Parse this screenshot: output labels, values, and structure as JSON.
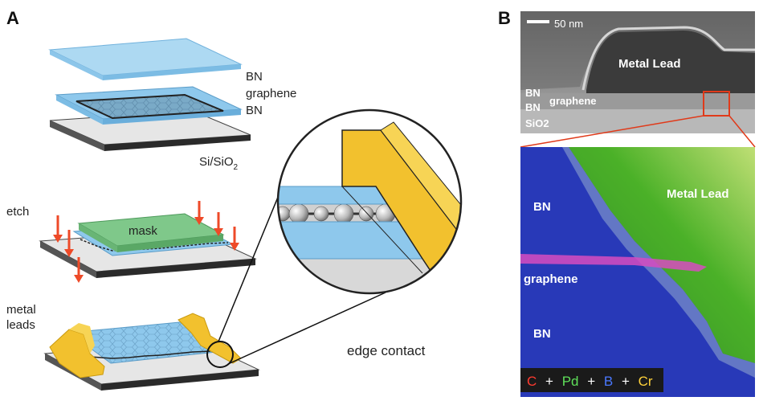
{
  "panel_a": {
    "letter": "A",
    "stack_labels": {
      "bn_top": "BN",
      "graphene": "graphene",
      "bn_bottom": "BN"
    },
    "substrate": {
      "base": "Si/SiO",
      "sub": "2"
    },
    "etch_label": "etch",
    "mask_label": "mask",
    "metal_label_line1": "metal",
    "metal_label_line2": "leads",
    "edge_contact_label": "edge contact"
  },
  "panel_b": {
    "letter": "B",
    "scale_bar": "50 nm",
    "tem_labels": {
      "metal_lead": "Metal Lead",
      "bn_1": "BN",
      "bn_2": "BN",
      "graphene": "graphene",
      "sio2": "SiO2"
    },
    "eels_labels": {
      "metal_lead": "Metal Lead",
      "bn_top": "BN",
      "graphene": "graphene",
      "bn_bottom": "BN"
    },
    "legend": {
      "c": "C",
      "plus1": "+",
      "pd": "Pd",
      "plus2": "+",
      "b": "B",
      "plus3": "+",
      "cr": "Cr"
    }
  },
  "colors": {
    "bn_blue": "#8ec8ec",
    "mask_green": "#7fc88a",
    "metal_yellow": "#f2c12e",
    "arrow_red": "#ee4a28",
    "eels_blue": "#2a3cc0",
    "eels_green": "#6fd02a",
    "eels_pink": "#e050c8",
    "legend_c": "#ff3b30",
    "legend_pd": "#5fe05a",
    "legend_b": "#4a78ff",
    "legend_cr": "#ffd23a"
  }
}
